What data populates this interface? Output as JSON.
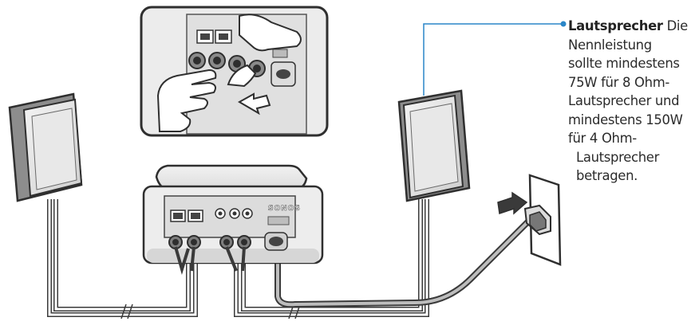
{
  "callout": {
    "term": "Lautsprecher",
    "lines": [
      "Die",
      "Nennleistung",
      "sollte mindestens",
      "75W für 8 Ohm-",
      "Lautsprecher und",
      "mindestens 150W",
      "für 4 Ohm-",
      "Lautsprecher",
      "betragen."
    ]
  },
  "device": {
    "brand": "SONOS"
  },
  "colors": {
    "leader": "#2a86c8",
    "outline": "#3a3a3a",
    "panel": "#e6e6e6"
  }
}
